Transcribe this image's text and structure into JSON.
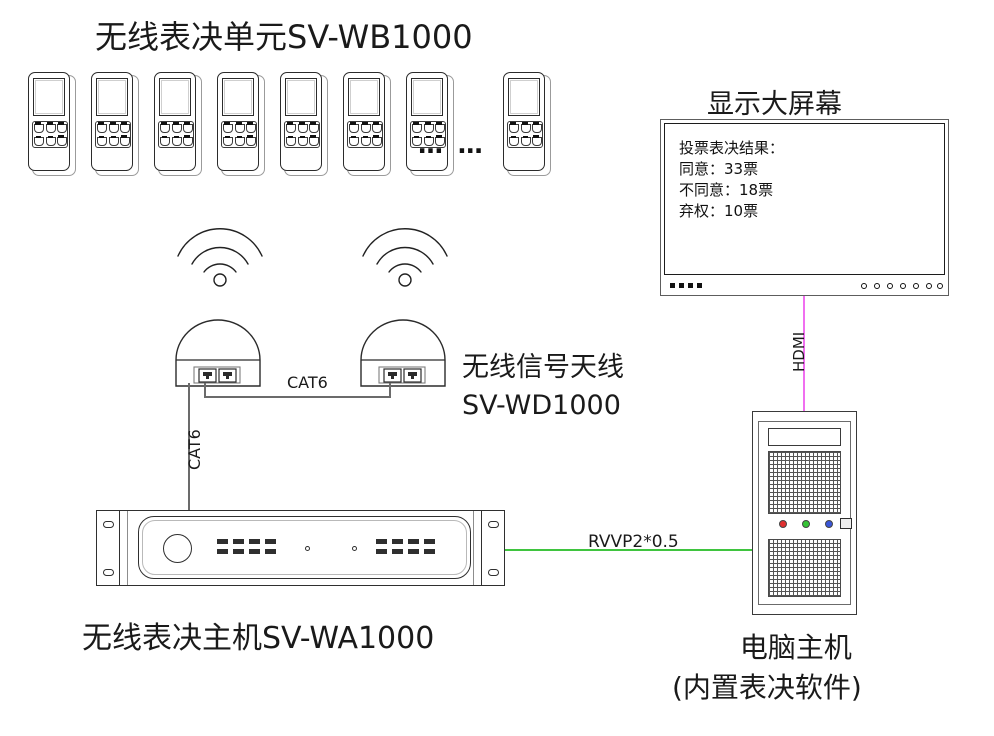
{
  "titles": {
    "voting_units": "无线表决单元SV-WB1000",
    "display_screen": "显示大屏幕",
    "antenna_line1": "无线信号天线",
    "antenna_line2": "SV-WD1000",
    "main_unit": "无线表决主机SV-WA1000",
    "pc_line1": "电脑主机",
    "pc_line2": "(内置表决软件)"
  },
  "display": {
    "lines": [
      "投票表决结果：",
      "同意：33票",
      "不同意：18票",
      "弃权：10票"
    ],
    "results": {
      "heading": "投票表决结果：",
      "agree_label": "同意",
      "agree_votes": 33,
      "disagree_label": "不同意",
      "disagree_votes": 18,
      "abstain_label": "弃权",
      "abstain_votes": 10,
      "unit": "票"
    }
  },
  "voting_units": {
    "count_drawn": 8,
    "ellipsis": "… …"
  },
  "cables": {
    "cat6_horizontal": "CAT6",
    "cat6_vertical": "CAT6",
    "hdmi": "HDMI",
    "rvvp": "RVVP2*0.5",
    "colors": {
      "signal": "#6b6b6b",
      "hdmi": "#f06ff0",
      "rvvp": "#3fc43f"
    }
  },
  "pc_tower": {
    "led_colors": [
      "#e03030",
      "#35c335",
      "#3a56d8"
    ]
  }
}
